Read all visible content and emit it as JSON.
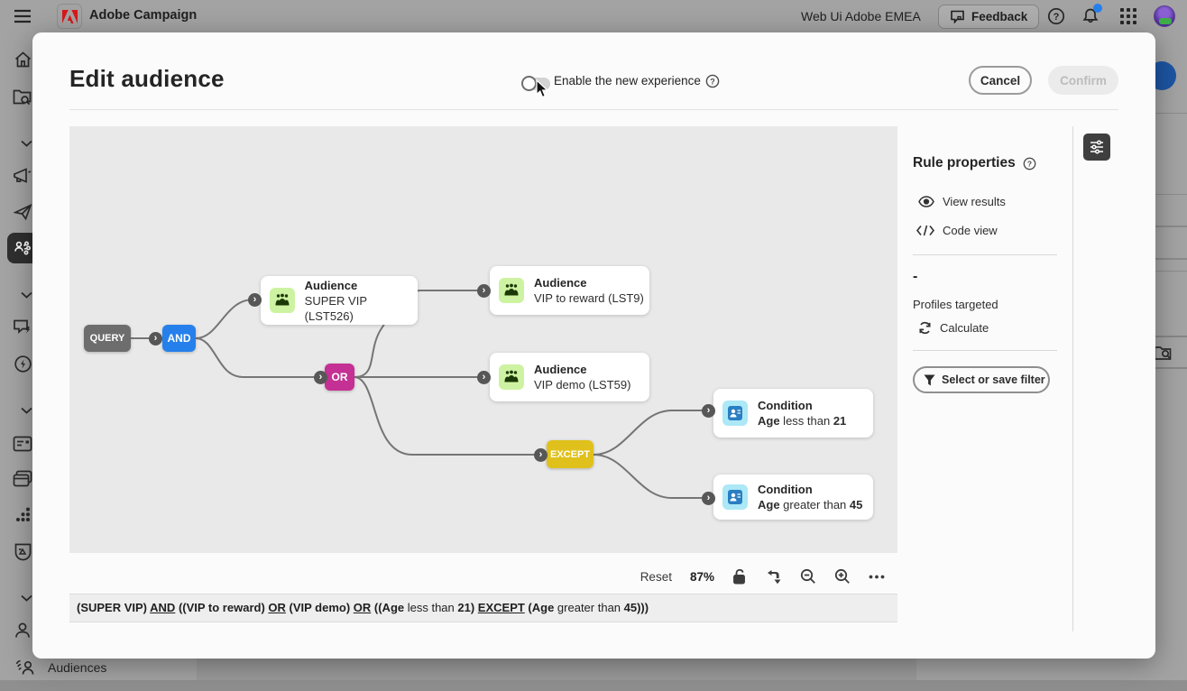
{
  "topbar": {
    "app_name": "Adobe Campaign",
    "environment": "Web Ui Adobe EMEA",
    "feedback_label": "Feedback"
  },
  "sidebar": {
    "audiences_label": "Audiences"
  },
  "modal": {
    "title": "Edit audience",
    "experience_toggle_label": "Enable the new experience",
    "cancel_label": "Cancel",
    "confirm_label": "Confirm"
  },
  "canvas": {
    "nodes": {
      "query": "QUERY",
      "and": "AND",
      "or": "OR",
      "except": "EXCEPT"
    },
    "cards": [
      {
        "type": "Audience",
        "label": "SUPER VIP (LST526)"
      },
      {
        "type": "Audience",
        "label": "VIP to reward (LST9)"
      },
      {
        "type": "Audience",
        "label": "VIP demo (LST59)"
      },
      {
        "type": "Condition",
        "attribute": "Age",
        "operator": " less than ",
        "value": "21"
      },
      {
        "type": "Condition",
        "attribute": "Age",
        "operator": " greater than ",
        "value": "45"
      }
    ],
    "toolbar": {
      "reset_label": "Reset",
      "zoom_level": "87%"
    },
    "formula_segments": [
      {
        "text": "(SUPER VIP) ",
        "style": "bold"
      },
      {
        "text": "AND",
        "style": "underline"
      },
      {
        "text": " ((VIP to reward) ",
        "style": "bold"
      },
      {
        "text": "OR",
        "style": "underline"
      },
      {
        "text": " (VIP demo) ",
        "style": "bold"
      },
      {
        "text": "OR",
        "style": "underline"
      },
      {
        "text": " ((Age",
        "style": "bold"
      },
      {
        "text": " less than ",
        "style": "plain"
      },
      {
        "text": "21) ",
        "style": "bold"
      },
      {
        "text": "EXCEPT",
        "style": "underline"
      },
      {
        "text": " (Age",
        "style": "bold"
      },
      {
        "text": " greater than ",
        "style": "plain"
      },
      {
        "text": "45)))",
        "style": "bold"
      }
    ]
  },
  "rule_panel": {
    "title": "Rule properties",
    "view_results_label": "View results",
    "code_view_label": "Code view",
    "count_placeholder": "-",
    "profiles_targeted_label": "Profiles targeted",
    "calculate_label": "Calculate",
    "filter_button_label": "Select or save filter"
  },
  "icons": {
    "topbar": [
      "menu-icon",
      "adobe-logo",
      "feedback-icon",
      "help-icon",
      "bell-icon",
      "apps-grid-icon",
      "avatar"
    ],
    "sidebar": [
      "home-icon",
      "explorer-icon",
      "chevron-down-icon",
      "campaigns-icon",
      "deliveries-icon",
      "audiences-flow-icon",
      "chat-trigger-icon",
      "bolt-icon",
      "content-card-icon",
      "landing-pages-icon",
      "fragments-icon",
      "brand-shield-icon",
      "profiles-icon",
      "audiences-people-icon"
    ],
    "canvas_toolbar": [
      "unlock-icon",
      "auto-layout-icon",
      "zoom-out-icon",
      "zoom-in-icon",
      "more-options-icon"
    ],
    "panel": [
      "eye-icon",
      "code-icon",
      "refresh-icon",
      "filter-icon",
      "properties-sliders-icon"
    ]
  },
  "colors": {
    "accent_blue": "#2680eb",
    "node_and": "#2680eb",
    "node_or": "#c43093",
    "node_except": "#e0c11c",
    "node_query": "#6d6d6d",
    "wire": "#757575",
    "audience_icon_bg": "#cdf3a2",
    "condition_icon_bg": "#ace8f6"
  }
}
